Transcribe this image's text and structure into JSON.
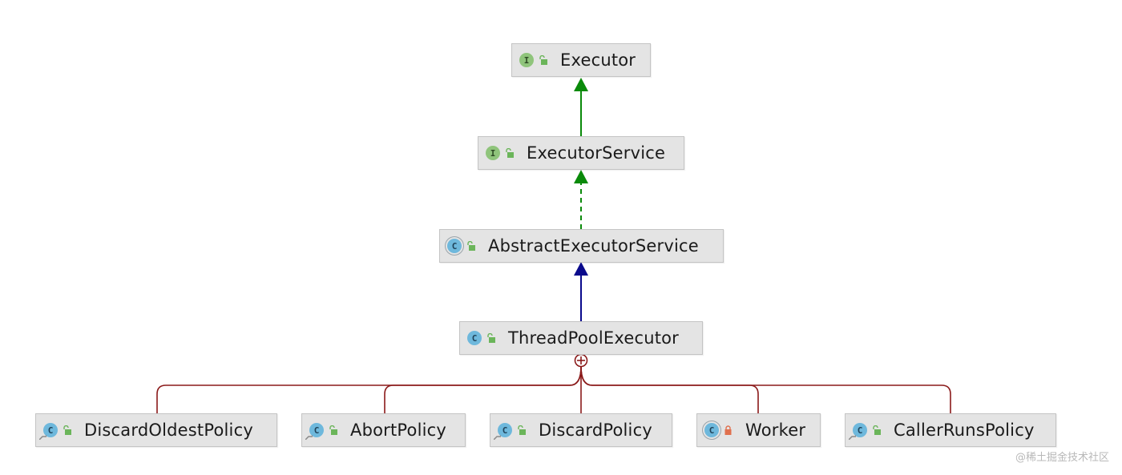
{
  "nodes": {
    "executor": {
      "label": "Executor",
      "kind": "I",
      "access": "public"
    },
    "executor_service": {
      "label": "ExecutorService",
      "kind": "I",
      "access": "public"
    },
    "abstract_executor_service": {
      "label": "AbstractExecutorService",
      "kind": "C",
      "access": "public"
    },
    "thread_pool_executor": {
      "label": "ThreadPoolExecutor",
      "kind": "C",
      "access": "public"
    },
    "discard_oldest_policy": {
      "label": "DiscardOldestPolicy",
      "kind": "C",
      "access": "public"
    },
    "abort_policy": {
      "label": "AbortPolicy",
      "kind": "C",
      "access": "public"
    },
    "discard_policy": {
      "label": "DiscardPolicy",
      "kind": "C",
      "access": "public"
    },
    "worker": {
      "label": "Worker",
      "kind": "C",
      "access": "private"
    },
    "caller_runs_policy": {
      "label": "CallerRunsPolicy",
      "kind": "C",
      "access": "public"
    }
  },
  "edges": [
    {
      "from": "executor_service",
      "to": "executor",
      "type": "extends-interface",
      "color": "#0a8a0a"
    },
    {
      "from": "abstract_executor_service",
      "to": "executor_service",
      "type": "implements",
      "color": "#0a8a0a"
    },
    {
      "from": "thread_pool_executor",
      "to": "abstract_executor_service",
      "type": "extends-class",
      "color": "#0a0a8c"
    },
    {
      "from": "thread_pool_executor",
      "to": "discard_oldest_policy",
      "type": "inner-class",
      "color": "#8b1a1a"
    },
    {
      "from": "thread_pool_executor",
      "to": "abort_policy",
      "type": "inner-class",
      "color": "#8b1a1a"
    },
    {
      "from": "thread_pool_executor",
      "to": "discard_policy",
      "type": "inner-class",
      "color": "#8b1a1a"
    },
    {
      "from": "thread_pool_executor",
      "to": "worker",
      "type": "inner-class",
      "color": "#8b1a1a"
    },
    {
      "from": "thread_pool_executor",
      "to": "caller_runs_policy",
      "type": "inner-class",
      "color": "#8b1a1a"
    }
  ],
  "colors": {
    "interface_badge": "#8fc47b",
    "class_badge": "#6eb8dc",
    "node_fill": "#e4e4e4",
    "public_lock": "#6bb55a",
    "private_lock": "#e0704e"
  },
  "watermark": "@稀土掘金技术社区"
}
